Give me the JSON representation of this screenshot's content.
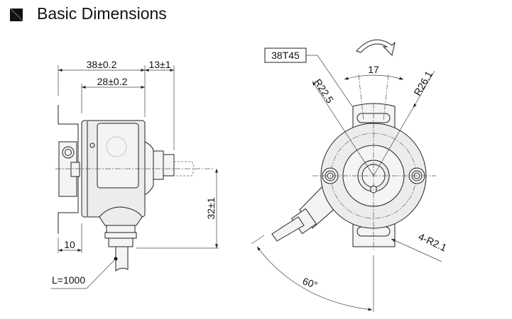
{
  "title": "Basic Dimensions",
  "side_view": {
    "dim_overall": "38±0.2",
    "dim_connector": "13±1",
    "dim_body": "28±0.2",
    "dim_flange": "10",
    "dim_height": "32±1",
    "cable_length": "L=1000"
  },
  "front_view": {
    "part_code": "38T45",
    "dim_slot_width": "17",
    "dim_radius_inner": "R22.5",
    "dim_radius_outer": "R26.1",
    "dim_slot_radius": "4-R2.1",
    "dim_angle": "60°"
  }
}
